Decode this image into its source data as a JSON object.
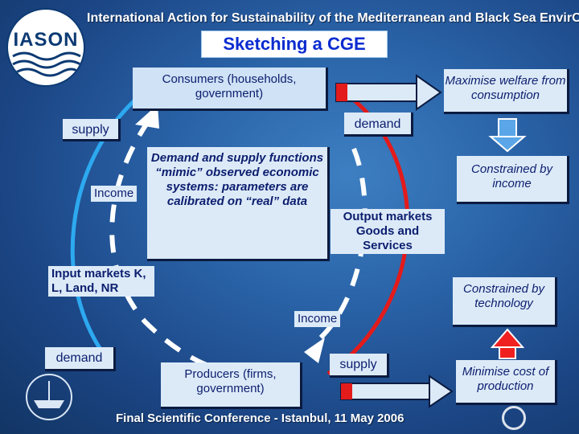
{
  "header": {
    "banner": "International Action for Sustainability of the Mediterranean and Black Sea EnvirOnmeNt",
    "title": "Sketching a CGE",
    "logo_text": "IASON"
  },
  "boxes": {
    "consumers": "Consumers (households, government)",
    "maximise": "Maximise welfare from consumption",
    "demand_top": "demand",
    "supply_top": "supply",
    "center": "Demand and supply functions “mimic” observed economic systems: parameters are calibrated on “real” data",
    "constrained_income": "Constrained by income",
    "constrained_tech": "Constrained by technology",
    "producers": "Producers (firms, government)",
    "minimise": "Minimise cost of production",
    "supply_bottom": "supply",
    "demand_bottom": "demand"
  },
  "labels": {
    "income_left": "Income",
    "income_bottom": "Income",
    "input_markets": "Input markets K, L, Land, NR",
    "output_markets": "Output markets Goods and Services"
  },
  "footer": {
    "conference": "Final Scientific Conference - Istanbul, 11 May 2006"
  },
  "colors": {
    "background": "#1f4f91",
    "box_fill": "#dceaf8",
    "text": "#0c1e6e",
    "title_text": "#0a2bd0",
    "flow_blue": "#2da9f0",
    "flow_red": "#e31b1b",
    "arrow_fill": "#5aa6e8",
    "arrow_red": "#f02020"
  }
}
